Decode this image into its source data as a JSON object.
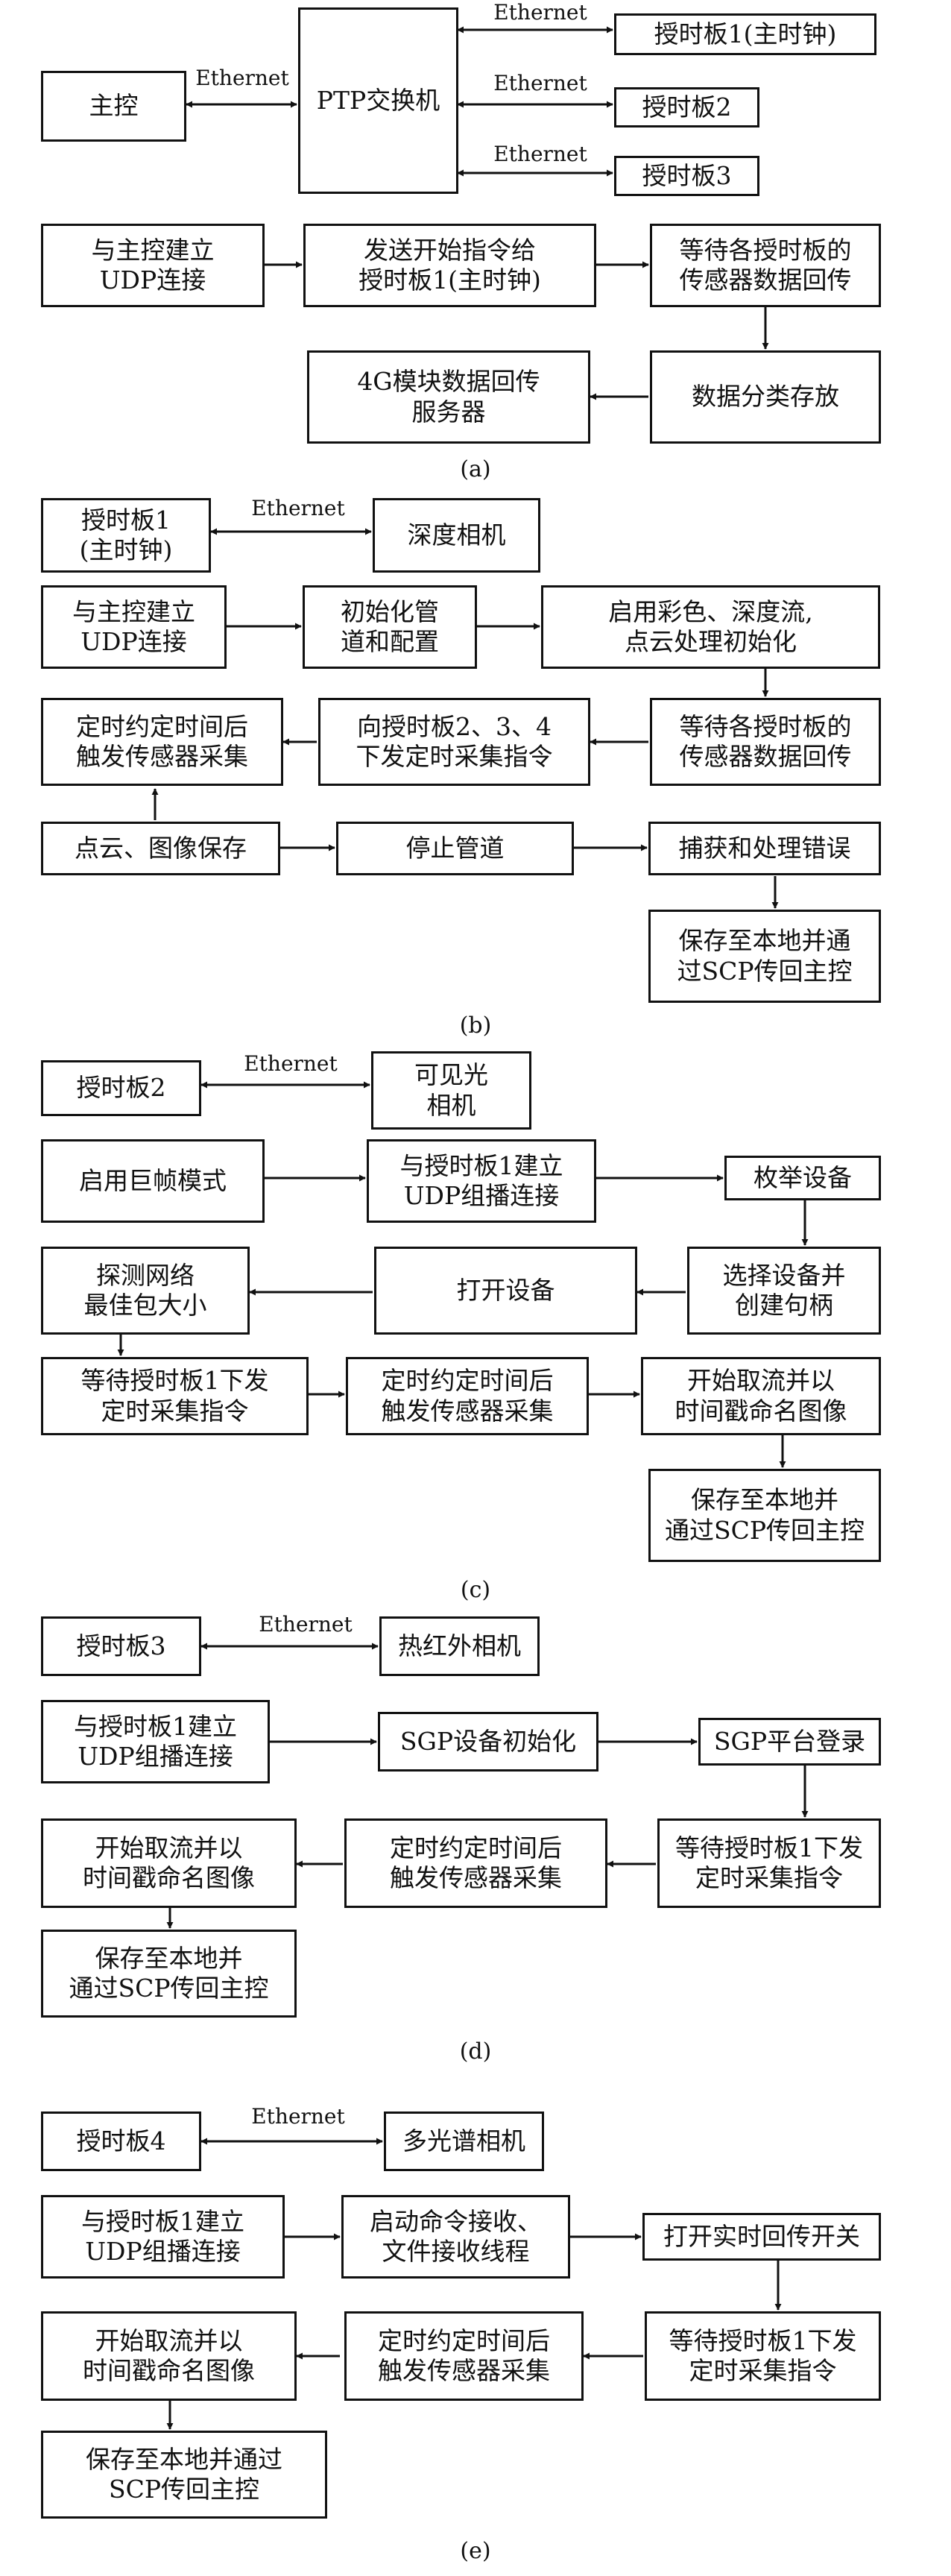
{
  "diagram_a": {
    "caption": "(a)",
    "main_control": "主控",
    "ptp_switch": "PTP交换机",
    "board1_master": "授时板1(主时钟)",
    "board2": "授时板2",
    "board3": "授时板3",
    "link_label": "Ethernet",
    "steps": [
      "与主控建立\nUDP连接",
      "发送开始指令给\n授时板1(主时钟)",
      "等待各授时板的\n传感器数据回传",
      "数据分类存放",
      "4G模块数据回传\n服务器"
    ]
  },
  "diagram_b": {
    "caption": "(b)",
    "board": "授时板1\n(主时钟)",
    "link_label": "Ethernet",
    "device": "深度相机",
    "steps": [
      "与主控建立\nUDP连接",
      "初始化管\n道和配置",
      "启用彩色、深度流,\n点云处理初始化",
      "等待各授时板的\n传感器数据回传",
      "向授时板2、3、4\n下发定时采集指令",
      "定时约定时间后\n触发传感器采集",
      "点云、图像保存",
      "停止管道",
      "捕获和处理错误",
      "保存至本地并通\n过SCP传回主控"
    ]
  },
  "diagram_c": {
    "caption": "(c)",
    "board": "授时板2",
    "link_label": "Ethernet",
    "device": "可见光\n相机",
    "steps": [
      "启用巨帧模式",
      "与授时板1建立\nUDP组播连接",
      "枚举设备",
      "选择设备并\n创建句柄",
      "打开设备",
      "探测网络\n最佳包大小",
      "等待授时板1下发\n定时采集指令",
      "定时约定时间后\n触发传感器采集",
      "开始取流并以\n时间戳命名图像",
      "保存至本地并\n通过SCP传回主控"
    ]
  },
  "diagram_d": {
    "caption": "(d)",
    "board": "授时板3",
    "link_label": "Ethernet",
    "device": "热红外相机",
    "steps": [
      "与授时板1建立\nUDP组播连接",
      "SGP设备初始化",
      "SGP平台登录",
      "等待授时板1下发\n定时采集指令",
      "定时约定时间后\n触发传感器采集",
      "开始取流并以\n时间戳命名图像",
      "保存至本地并\n通过SCP传回主控"
    ]
  },
  "diagram_e": {
    "caption": "(e)",
    "board": "授时板4",
    "link_label": "Ethernet",
    "device": "多光谱相机",
    "steps": [
      "与授时板1建立\nUDP组播连接",
      "启动命令接收、\n文件接收线程",
      "打开实时回传开关",
      "等待授时板1下发\n定时采集指令",
      "定时约定时间后\n触发传感器采集",
      "开始取流并以\n时间戳命名图像",
      "保存至本地并通过\nSCP传回主控"
    ]
  }
}
